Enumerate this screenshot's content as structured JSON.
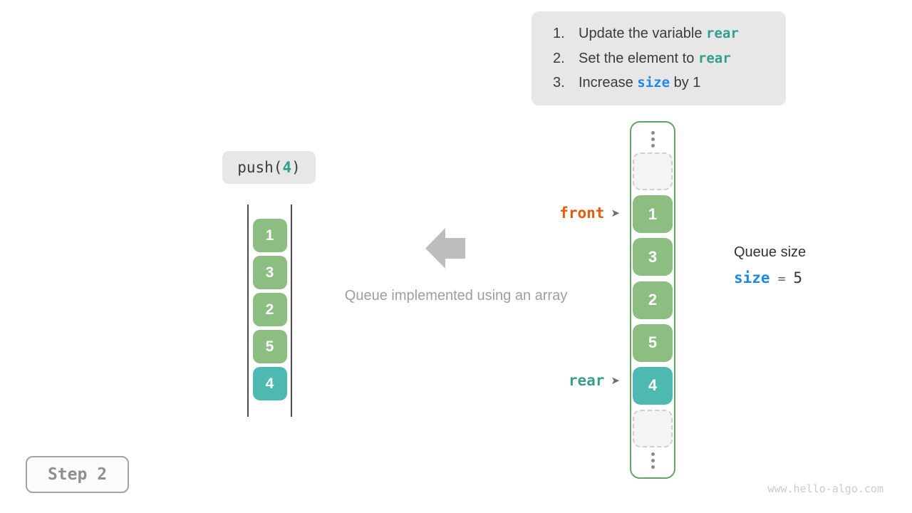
{
  "colors": {
    "green_cell": "#8cbe82",
    "teal_cell": "#4db9b0",
    "container_border": "#60a560",
    "code_teal": "#2f9e8f",
    "code_blue": "#1e88e5",
    "front_label": "#e8590c",
    "rear_label": "#3a9e8e",
    "badge_bg": "#e7e7e7",
    "arrow_gray": "#bdbdbd"
  },
  "instructions": {
    "items": [
      {
        "num": "1.",
        "pre": "Update the variable ",
        "code": "rear",
        "post": ""
      },
      {
        "num": "2.",
        "pre": "Set the element to ",
        "code": "rear",
        "post": ""
      },
      {
        "num": "3.",
        "pre": "Increase ",
        "code": "size",
        "post": " by 1"
      }
    ]
  },
  "push_badge": {
    "prefix": "push(",
    "arg": "4",
    "suffix": ")"
  },
  "left_array": {
    "cells": [
      "1",
      "3",
      "2",
      "5"
    ],
    "highlight_cell": "4"
  },
  "caption": "Queue implemented using an array",
  "right_array": {
    "green_values": [
      "1",
      "3",
      "2",
      "5"
    ],
    "teal_value": "4"
  },
  "pointers": {
    "front_label": "front",
    "rear_label": "rear",
    "arrow_glyph": "➤"
  },
  "queue_size": {
    "title": "Queue size",
    "variable": "size",
    "equals": "=",
    "value": "5"
  },
  "step_badge": {
    "label": "Step 2"
  },
  "watermark": "www.hello-algo.com"
}
